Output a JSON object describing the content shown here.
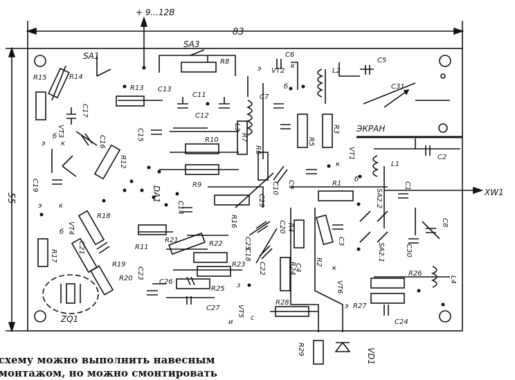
{
  "dimensions": {
    "width": "83",
    "height": "55"
  },
  "power_label": "+ 9...12В",
  "screen_label": "ЭКРАН",
  "output_label": "XW1",
  "switch_labels": {
    "sa1": "SA1",
    "sa3": "SA3",
    "sa2_2": "SA2.2",
    "sa2_1": "SA2.1"
  },
  "chip_label": "DA1",
  "resistors": [
    "R1",
    "R2",
    "R3",
    "R4",
    "R5",
    "R6",
    "R7",
    "R8",
    "R9",
    "R10",
    "R11",
    "R12",
    "R13",
    "R14",
    "R15",
    "R16",
    "R17",
    "R18",
    "R19",
    "R20",
    "R21",
    "R22",
    "R23",
    "R24",
    "R25",
    "R26",
    "R27",
    "R28",
    "R29"
  ],
  "capacitors": [
    "C1",
    "C2",
    "C3",
    "C4",
    "C5",
    "C6",
    "C7",
    "C8",
    "C9",
    "C10",
    "C11",
    "C12",
    "C13",
    "C14",
    "C15",
    "C16",
    "C17",
    "C18",
    "C19",
    "C20",
    "C21",
    "C22",
    "C23",
    "C24",
    "C25",
    "C26",
    "C27",
    "C29",
    "C30",
    "C31"
  ],
  "inductors": [
    "L1",
    "L2",
    "L3",
    "L4"
  ],
  "transistors": [
    "VT1",
    "VT2",
    "VT3",
    "VT4",
    "VT5",
    "VT6"
  ],
  "diode_label": "VD1",
  "quartz_label": "ZQ1",
  "pin_labels": {
    "e": "э",
    "b": "б",
    "k": "к",
    "s": "с",
    "z": "з",
    "i": "и"
  },
  "caption_lines": [
    "схему можно выполнить навесным",
    "монтажом, но можно смонтировать"
  ]
}
